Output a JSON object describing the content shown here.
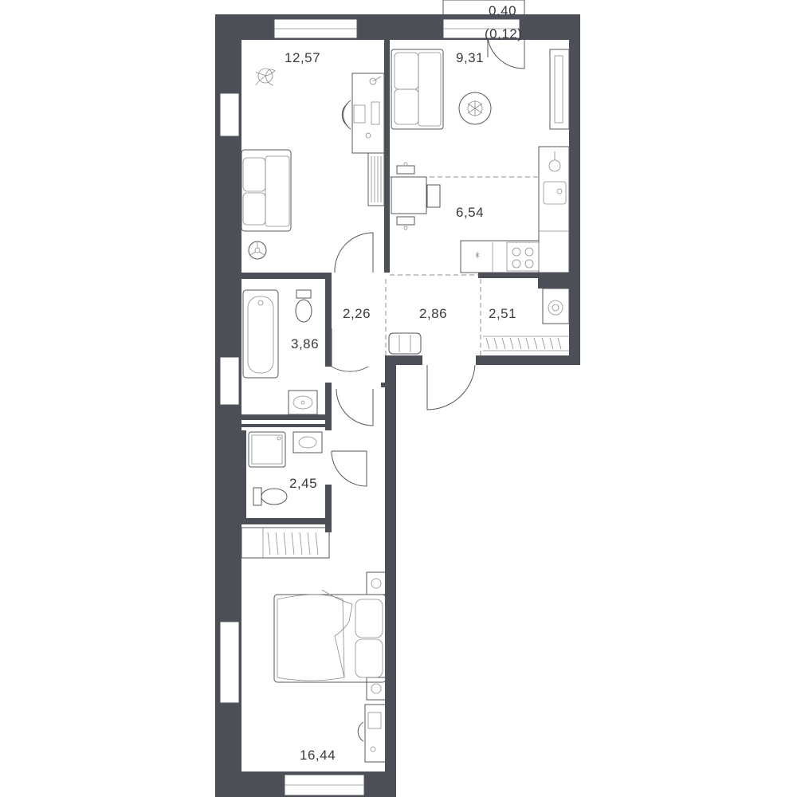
{
  "plan": {
    "rooms": [
      {
        "id": "living-room",
        "area": "12,57"
      },
      {
        "id": "kitchen-living",
        "area": "9,31"
      },
      {
        "id": "balcony",
        "area": "0,40",
        "reduced_area": "(0,12)"
      },
      {
        "id": "kitchen",
        "area": "6,54"
      },
      {
        "id": "corridor",
        "area": "2,26"
      },
      {
        "id": "hallway",
        "area": "2,86"
      },
      {
        "id": "wardrobe",
        "area": "2,51"
      },
      {
        "id": "bathroom",
        "area": "3,86"
      },
      {
        "id": "toilet",
        "area": "2,45"
      },
      {
        "id": "bedroom",
        "area": "16,44"
      }
    ],
    "colors": {
      "wall": "#4d4f56",
      "line": "#55575d",
      "text": "#3a3b40",
      "background": "#ffffff"
    }
  }
}
